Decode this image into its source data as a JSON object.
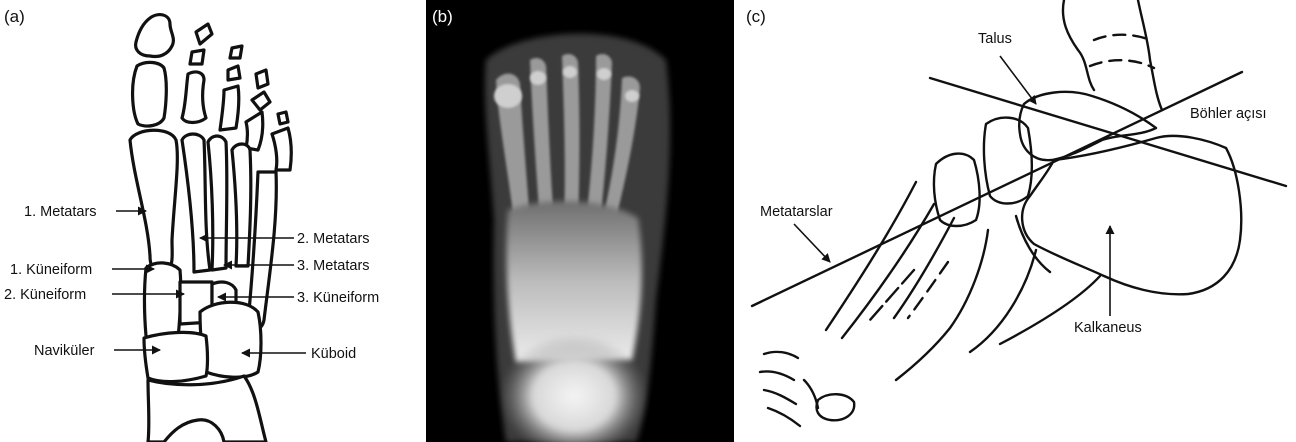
{
  "panels": {
    "a": {
      "tag": "(a)",
      "labels": {
        "metatars1": "1. Metatars",
        "metatars2": "2. Metatars",
        "metatars3": "3. Metatars",
        "kuneiform1": "1. Küneiform",
        "kuneiform2": "2. Küneiform",
        "kuneiform3": "3. Küneiform",
        "navikuler": "Naviküler",
        "kuboid": "Küboid"
      }
    },
    "b": {
      "tag": "(b)"
    },
    "c": {
      "tag": "(c)",
      "labels": {
        "talus": "Talus",
        "bohler": "Böhler açısı",
        "metatarslar": "Metatarslar",
        "kalkaneus": "Kalkaneus"
      }
    }
  },
  "colors": {
    "ink": "#111111",
    "xray_bg": "#000000",
    "bone_glow": "#e8e8e8"
  },
  "icons": [
    "arrow-icon"
  ]
}
